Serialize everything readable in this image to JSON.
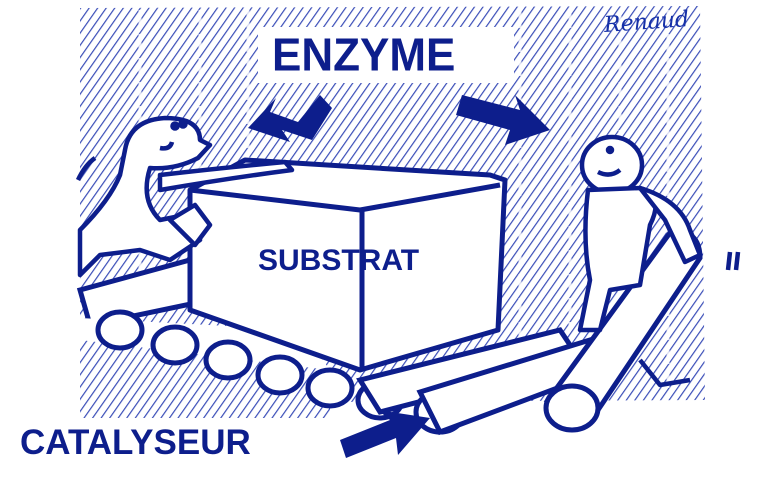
{
  "illustration": {
    "description": "Cartoon: two small figures roll a large box over a row of log rollers",
    "labels": {
      "top": "ENZYME",
      "center": "SUBSTRAT",
      "bottom_left": "CATALYSEUR"
    },
    "signature": "Renaud",
    "colors": {
      "ink": "#0d1e8c",
      "hatch": "#3a4db8",
      "background": "#ffffff"
    },
    "elements": {
      "enzyme_arrows": [
        "arrow-pointing-left-figure",
        "arrow-pointing-right-figure"
      ],
      "catalyst_arrow": "arrow-pointing-at-rollers",
      "figures": [
        "left-figure-pushing-box",
        "right-figure-lifting-log"
      ],
      "box": "substrate-box",
      "rollers_count": 7
    }
  }
}
